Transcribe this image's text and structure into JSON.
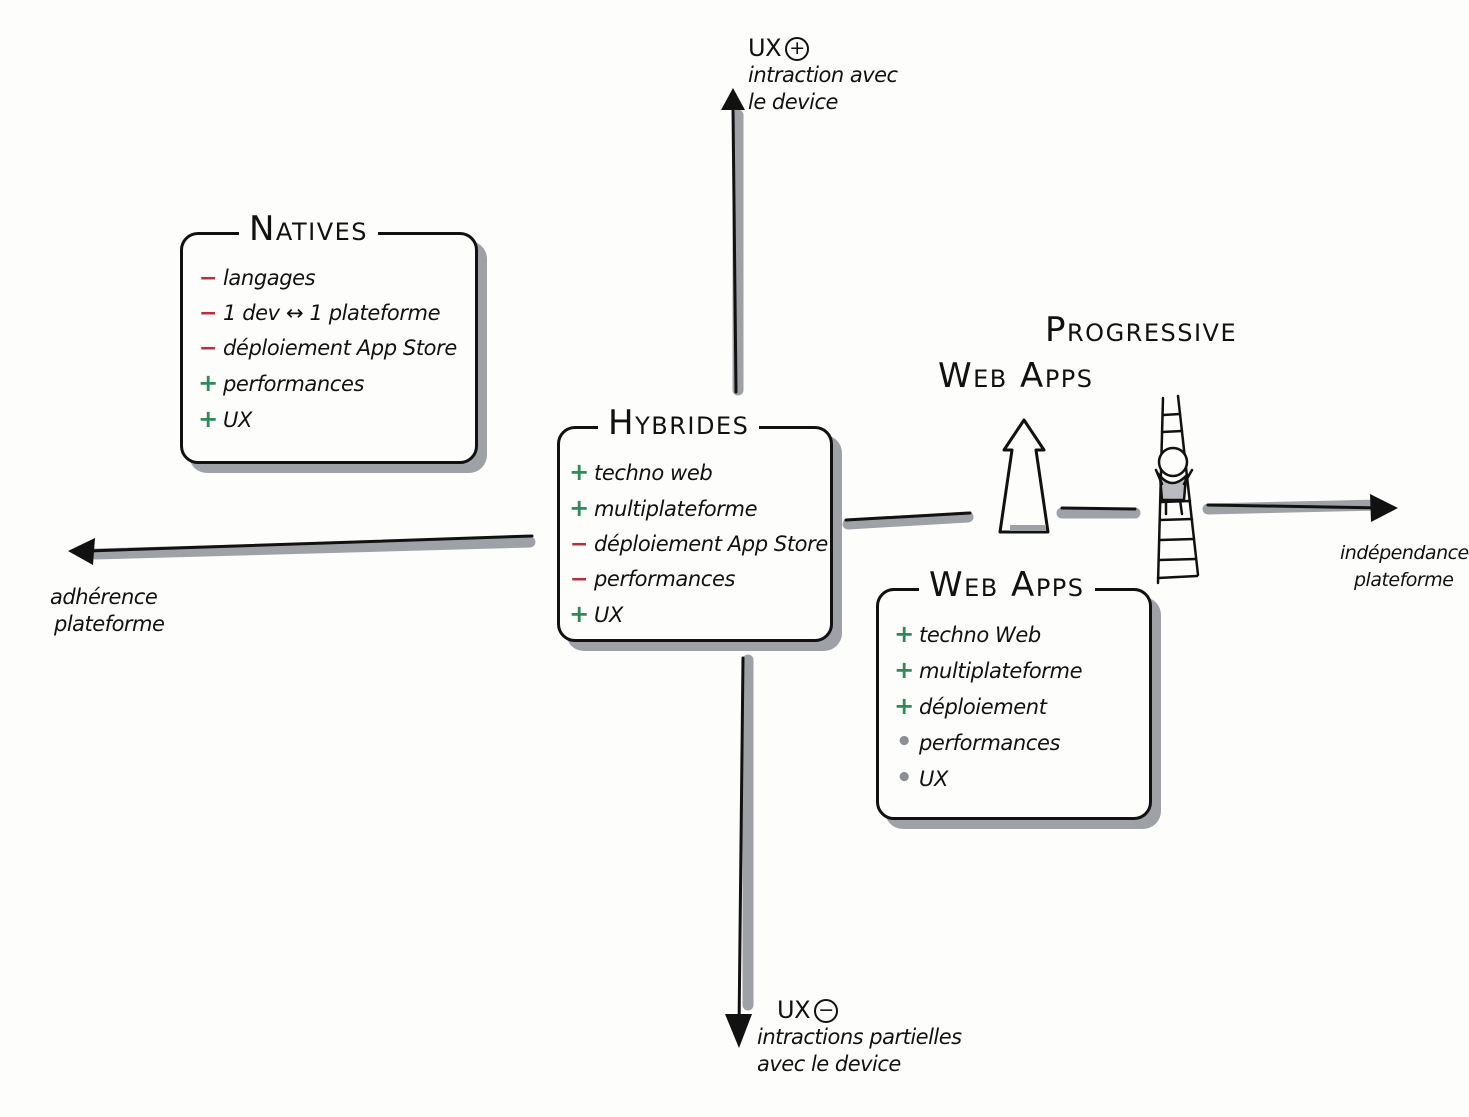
{
  "axes": {
    "top": {
      "line1": "UX",
      "sign": "+",
      "line2": "intraction avec",
      "line3": "le device"
    },
    "bottom": {
      "line1": "UX",
      "sign": "−",
      "line2": "intractions partielles",
      "line3": "avec le device"
    },
    "left": {
      "line1": "adhérence",
      "line2": "plateforme"
    },
    "right": {
      "line1": "indépendance",
      "line2": "plateforme"
    }
  },
  "boxes": {
    "natives": {
      "title": "Natives",
      "items": [
        {
          "marker": "minus",
          "text": "langages"
        },
        {
          "marker": "minus",
          "text": "1 dev ↔ 1 plateforme"
        },
        {
          "marker": "minus",
          "text": "déploiement App Store"
        },
        {
          "marker": "plus",
          "text": "performances"
        },
        {
          "marker": "plus",
          "text": "UX"
        }
      ]
    },
    "hybrides": {
      "title": "Hybrides",
      "items": [
        {
          "marker": "plus",
          "text": "techno web"
        },
        {
          "marker": "plus",
          "text": "multiplateforme"
        },
        {
          "marker": "minus",
          "text": "déploiement App Store"
        },
        {
          "marker": "minus",
          "text": "performances"
        },
        {
          "marker": "plus",
          "text": "UX"
        }
      ]
    },
    "webapps": {
      "title": "Web Apps",
      "items": [
        {
          "marker": "plus",
          "text": "techno Web"
        },
        {
          "marker": "plus",
          "text": "multiplateforme"
        },
        {
          "marker": "plus",
          "text": "déploiement"
        },
        {
          "marker": "dot",
          "text": "performances"
        },
        {
          "marker": "dot",
          "text": "UX"
        }
      ]
    }
  },
  "pwa": {
    "line1": "Progressive",
    "line2": "Web Apps"
  },
  "markers": {
    "plus": "+",
    "minus": "−",
    "dot": "•"
  },
  "colors": {
    "plus": "#2e8b57",
    "minus": "#b3313e",
    "dot": "#8b8e93",
    "shadow": "#9ea1a6",
    "ink": "#111111"
  }
}
